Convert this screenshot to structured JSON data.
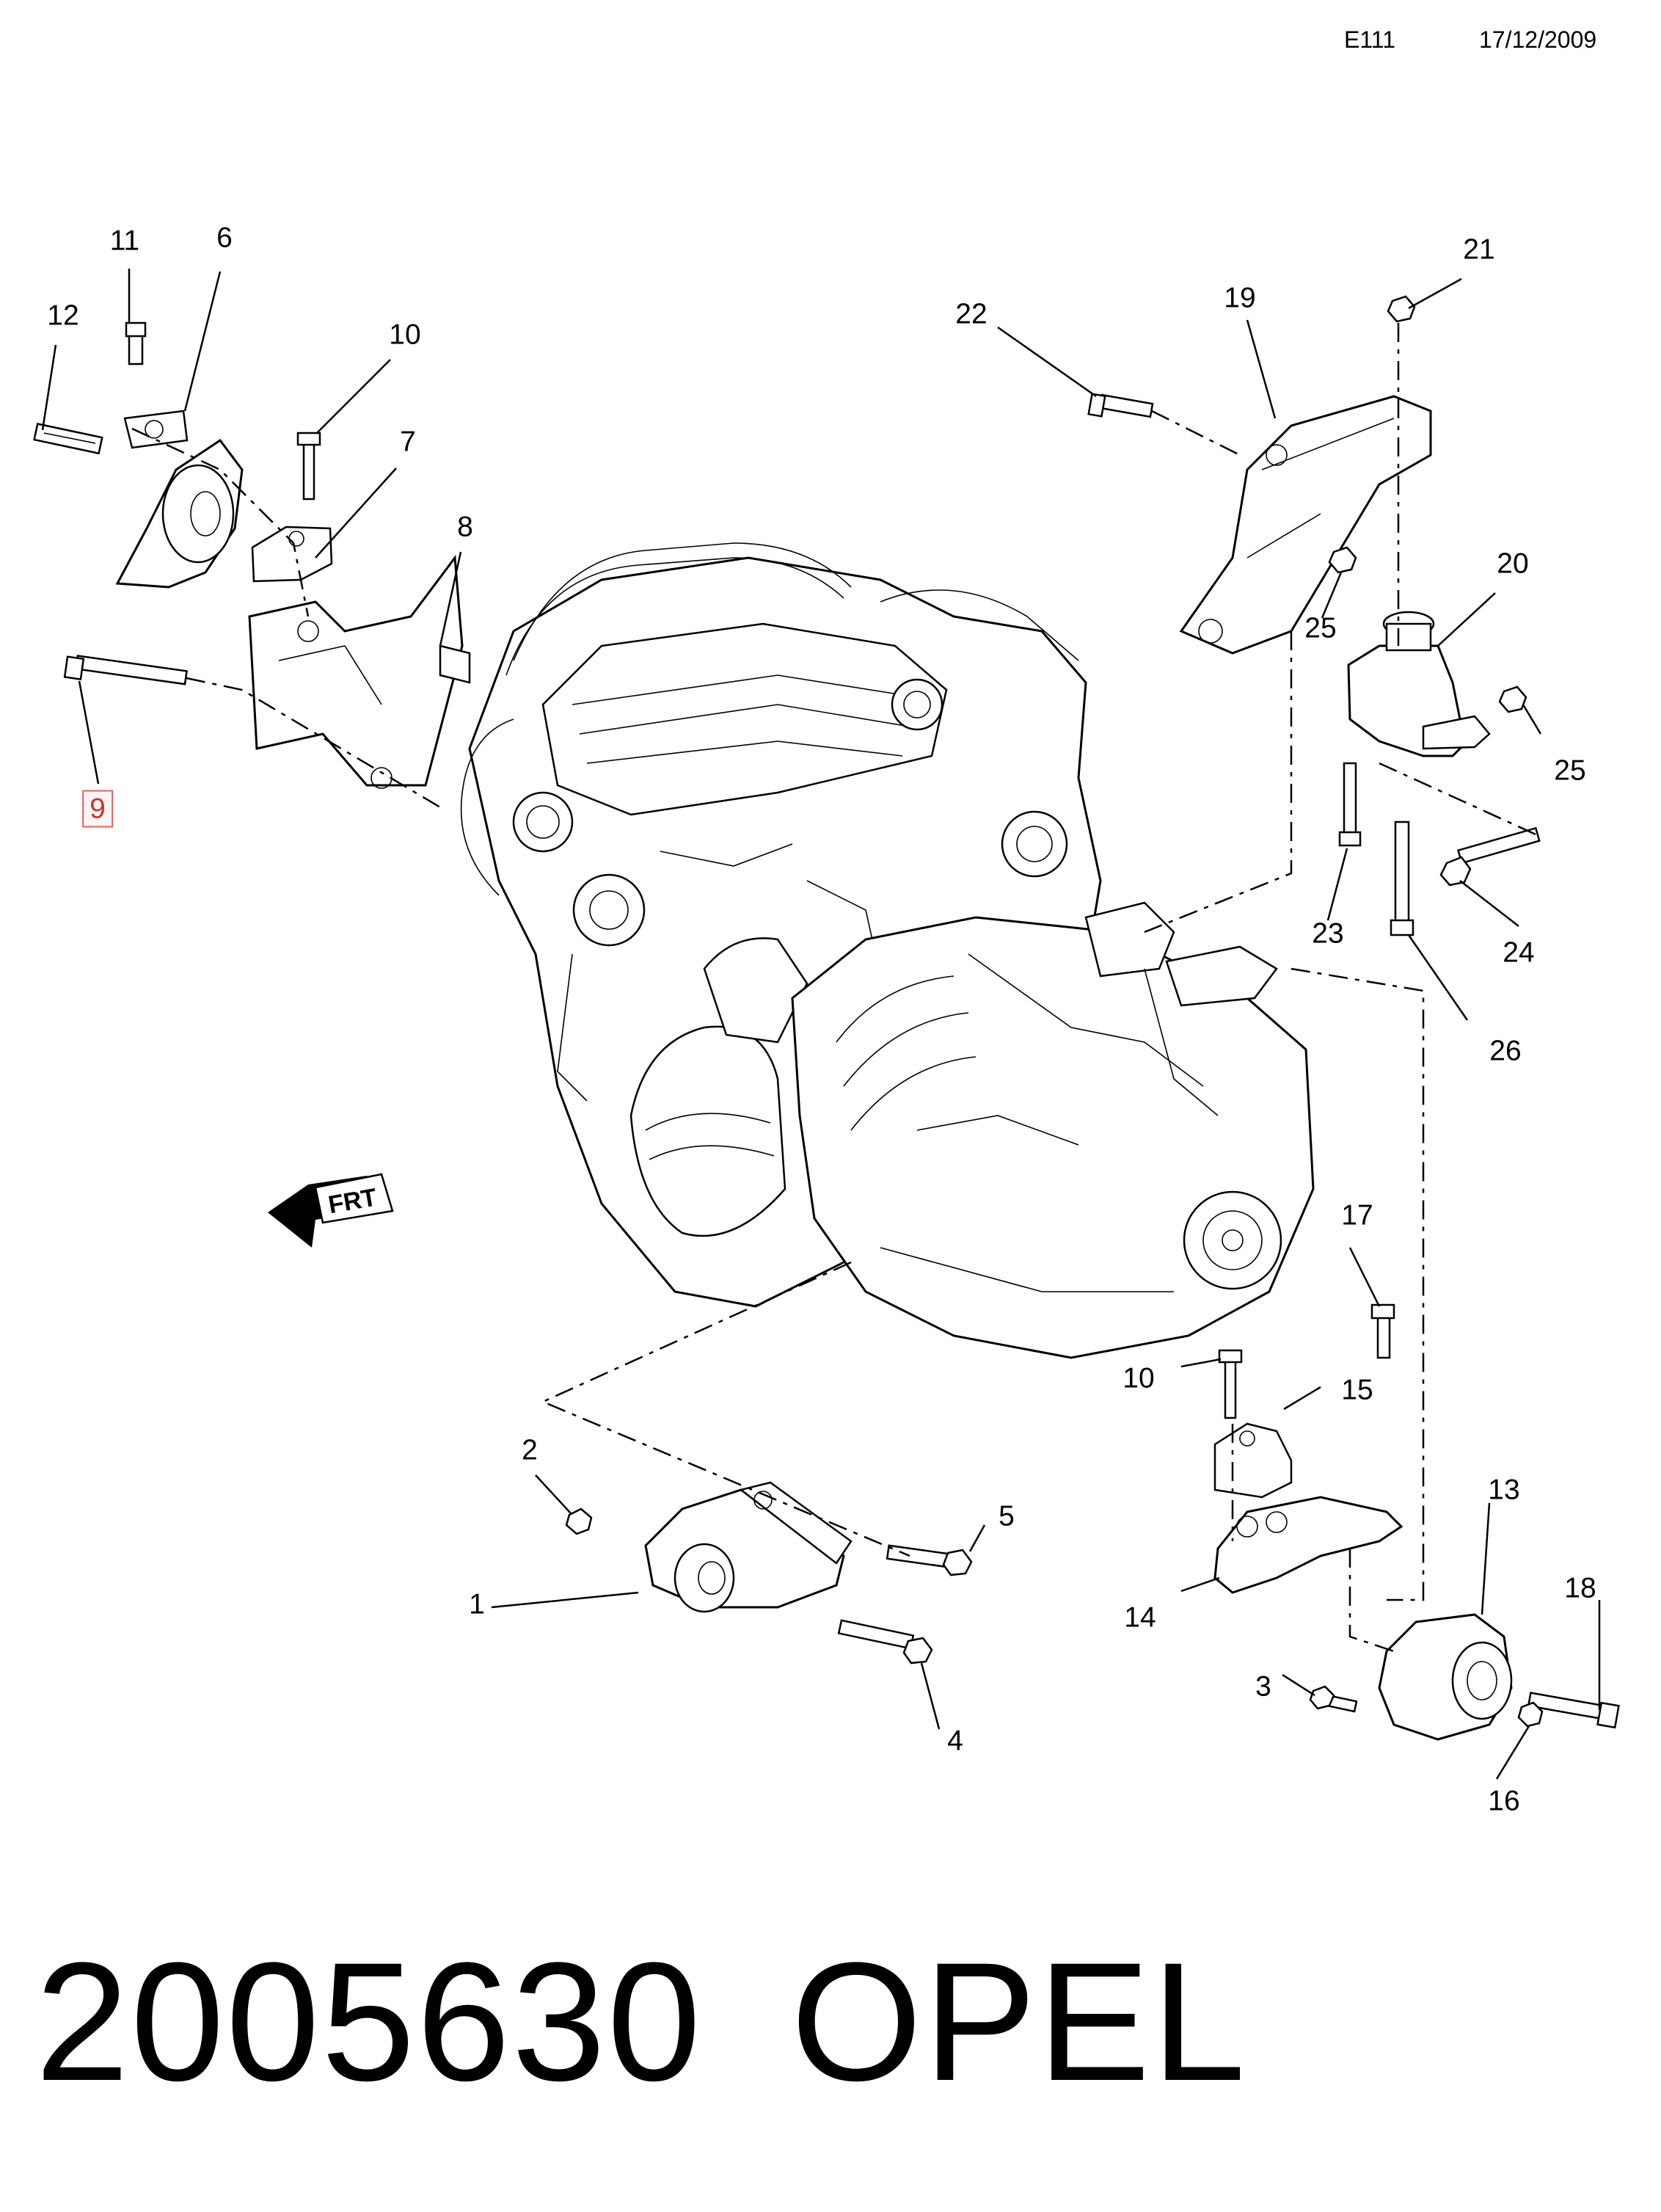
{
  "header": {
    "code": "E111",
    "date": "17/12/2009"
  },
  "callouts": {
    "c1": "1",
    "c2": "2",
    "c3": "3",
    "c4": "4",
    "c5": "5",
    "c6": "6",
    "c7": "7",
    "c8": "8",
    "c9": "9",
    "c10a": "10",
    "c10b": "10",
    "c11": "11",
    "c12": "12",
    "c13": "13",
    "c14": "14",
    "c15": "15",
    "c16": "16",
    "c17": "17",
    "c18": "18",
    "c19": "19",
    "c20": "20",
    "c21": "21",
    "c22": "22",
    "c23": "23",
    "c24": "24",
    "c25a": "25",
    "c25b": "25",
    "c26": "26"
  },
  "direction_arrow": {
    "text": "FRT",
    "icon": "front-direction-arrow-icon"
  },
  "footer": {
    "part_number": "2005630",
    "brand": "OPEL"
  },
  "highlight_color": "#c0392b"
}
